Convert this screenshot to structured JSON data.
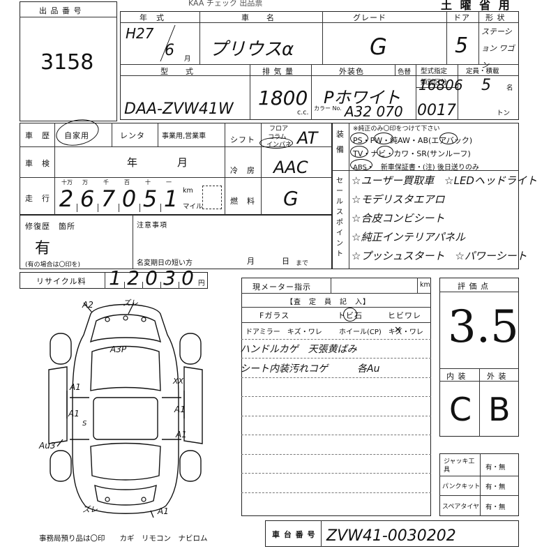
{
  "header": {
    "topline": "KAA チェック 出品票",
    "badge": "土 曜 省 用",
    "lot_label": "出 品 番 号",
    "lot_number": "3158"
  },
  "labels": {
    "year": "年　式",
    "car_name": "車　　名",
    "grade": "グレード",
    "doors": "ドア",
    "body_type": "形 状",
    "model": "型　　式",
    "displacement": "排 気 量",
    "exterior_color": "外装色",
    "color_no": "色替",
    "model_designation": "型式指定",
    "class_code": "類別区分",
    "capacity": "定員・積載",
    "cc": "c.c.",
    "color_no_short": "カラー No.",
    "persons": "名",
    "ton": "トン",
    "history": "車　歴",
    "self_use": "自家用",
    "rental": "レンタ",
    "commercial": "事業用,営業車",
    "shift": "シフト",
    "floor": "フロア",
    "column": "コラム",
    "inpane": "インパネ",
    "inspection": "車　検",
    "ym_year": "年",
    "ym_month": "月",
    "aircon": "冷　房",
    "mileage": "走　行",
    "km": "km",
    "mile": "マイル",
    "fuel": "燃　料",
    "equipment": "装　備",
    "equip_note": "※純正のみ〇印をつけて下さい",
    "equip_row1": "PS・PW・純AW・AB(エアバック)",
    "equip_row2": "TV・ナビ・カワ・SR(サンルーフ)",
    "equip_row3": "ABS・　新車保証書・(注) 後日送りのみ",
    "sales_point": "セールスポイント",
    "repair": "修復歴　箇所",
    "repair_note": "(有の場合は〇印を)",
    "notes": "注意事項",
    "short_name": "名変期日の短い方",
    "until": "まで",
    "recycle": "リサイクル料",
    "yen": "円",
    "meter": "現メーター指示",
    "inspector": "【査　定　員　記　入】",
    "fglass": "Fガラス",
    "tobi": "トビ石",
    "hibi": "ヒビワレ",
    "door_mirror": "ドアミラー　キズ・ワレ",
    "wheel": "ホイール(CP)　キズ・ワレ",
    "score": "評 価 点",
    "interior": "内 装",
    "exterior": "外 装",
    "jack": "ジャッキ工具",
    "puncture": "パンクキット",
    "spare": "スペアタイヤ",
    "yes_no": "有・無",
    "office": "事務局預り品は〇印　　カギ　リモコン　ナビロム",
    "chassis": "車 台 番 号",
    "digits_units": [
      "十万",
      "万",
      "千",
      "百",
      "十",
      "一"
    ]
  },
  "values": {
    "year": "H27",
    "month": "6",
    "car_name": "プリウスα",
    "grade": "G",
    "doors": "5",
    "body_type": "ステーション ワゴン",
    "model": "DAA-ZVW41W",
    "displacement": "1800",
    "color": "Pホワイト",
    "color_code": "A32 070",
    "model_designation": "16806",
    "class_code": "0017",
    "capacity": "5",
    "shift": "AT",
    "aircon": "AAC",
    "fuel": "G",
    "mileage_digits": [
      "2",
      "6",
      "7",
      "0",
      "5",
      "1"
    ],
    "repair": "有",
    "recycle_digits": [
      "1",
      "2",
      "0",
      "3",
      "0"
    ],
    "score": "3.5",
    "interior_grade": "C",
    "exterior_grade": "B",
    "chassis_number": "ZVW41-0030202"
  },
  "sales_points": [
    "☆ユーザー買取車　☆LEDヘッドライト",
    "☆モデリスタエアロ",
    "☆合皮コンビシート",
    "☆純正インテリアパネル",
    "☆プッシュスタート　☆パワーシート"
  ],
  "inspector_notes": [
    "ハンドルカゲ　天張黄ばみ",
    "シート内装汚れコゲ　　　各Au"
  ],
  "diagram_marks": {
    "a2_front": "A2",
    "zure_front": "ズレ",
    "a3p": "A3P",
    "a1_left": "A1",
    "a1_left2": "A1",
    "xx": "XX",
    "a1_right": "A1",
    "a1_right2": "A1",
    "au3": "Au3",
    "s": "S",
    "zure_rear": "ズレ",
    "a1_rear": "A1"
  }
}
